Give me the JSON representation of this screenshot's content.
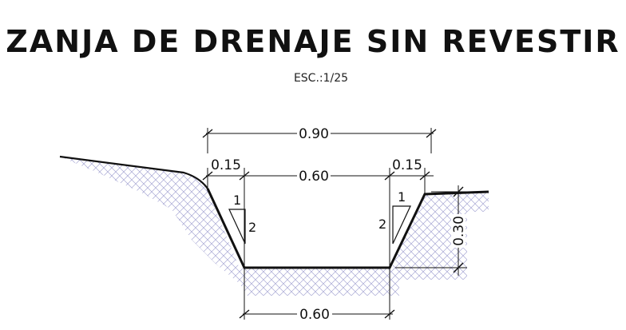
{
  "drawing": {
    "title": "ZANJA DE DRENAJE SIN REVESTIR",
    "scale": "ESC.:1/25",
    "dimensions": {
      "overall_width": "0.90",
      "left_offset": "0.15",
      "right_offset": "0.15",
      "top_inner_width": "0.60",
      "bottom_width": "0.60",
      "depth": "0.30"
    },
    "slope_labels": {
      "left_vertical": "1",
      "left_horizontal": "2",
      "right_vertical": "1",
      "right_horizontal": "2"
    }
  },
  "colors": {
    "line": "#111111",
    "hatch": "#9a9ac8"
  }
}
